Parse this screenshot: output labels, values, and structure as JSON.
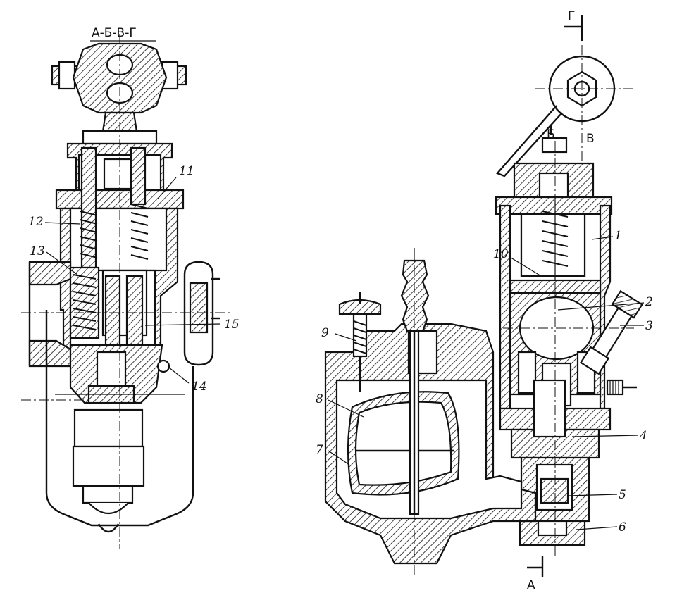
{
  "section_label": "А-Б-В-Г",
  "cut_labels": {
    "g_top": "Г",
    "b": "Б",
    "v": "В",
    "a_bottom": "А"
  },
  "callouts": {
    "n1": "1",
    "n2": "2",
    "n3": "3",
    "n4": "4",
    "n5": "5",
    "n6": "6",
    "n7": "7",
    "n8": "8",
    "n9": "9",
    "n10": "10",
    "n11": "11",
    "n12": "12",
    "n13": "13",
    "n14": "14",
    "n15": "15"
  }
}
